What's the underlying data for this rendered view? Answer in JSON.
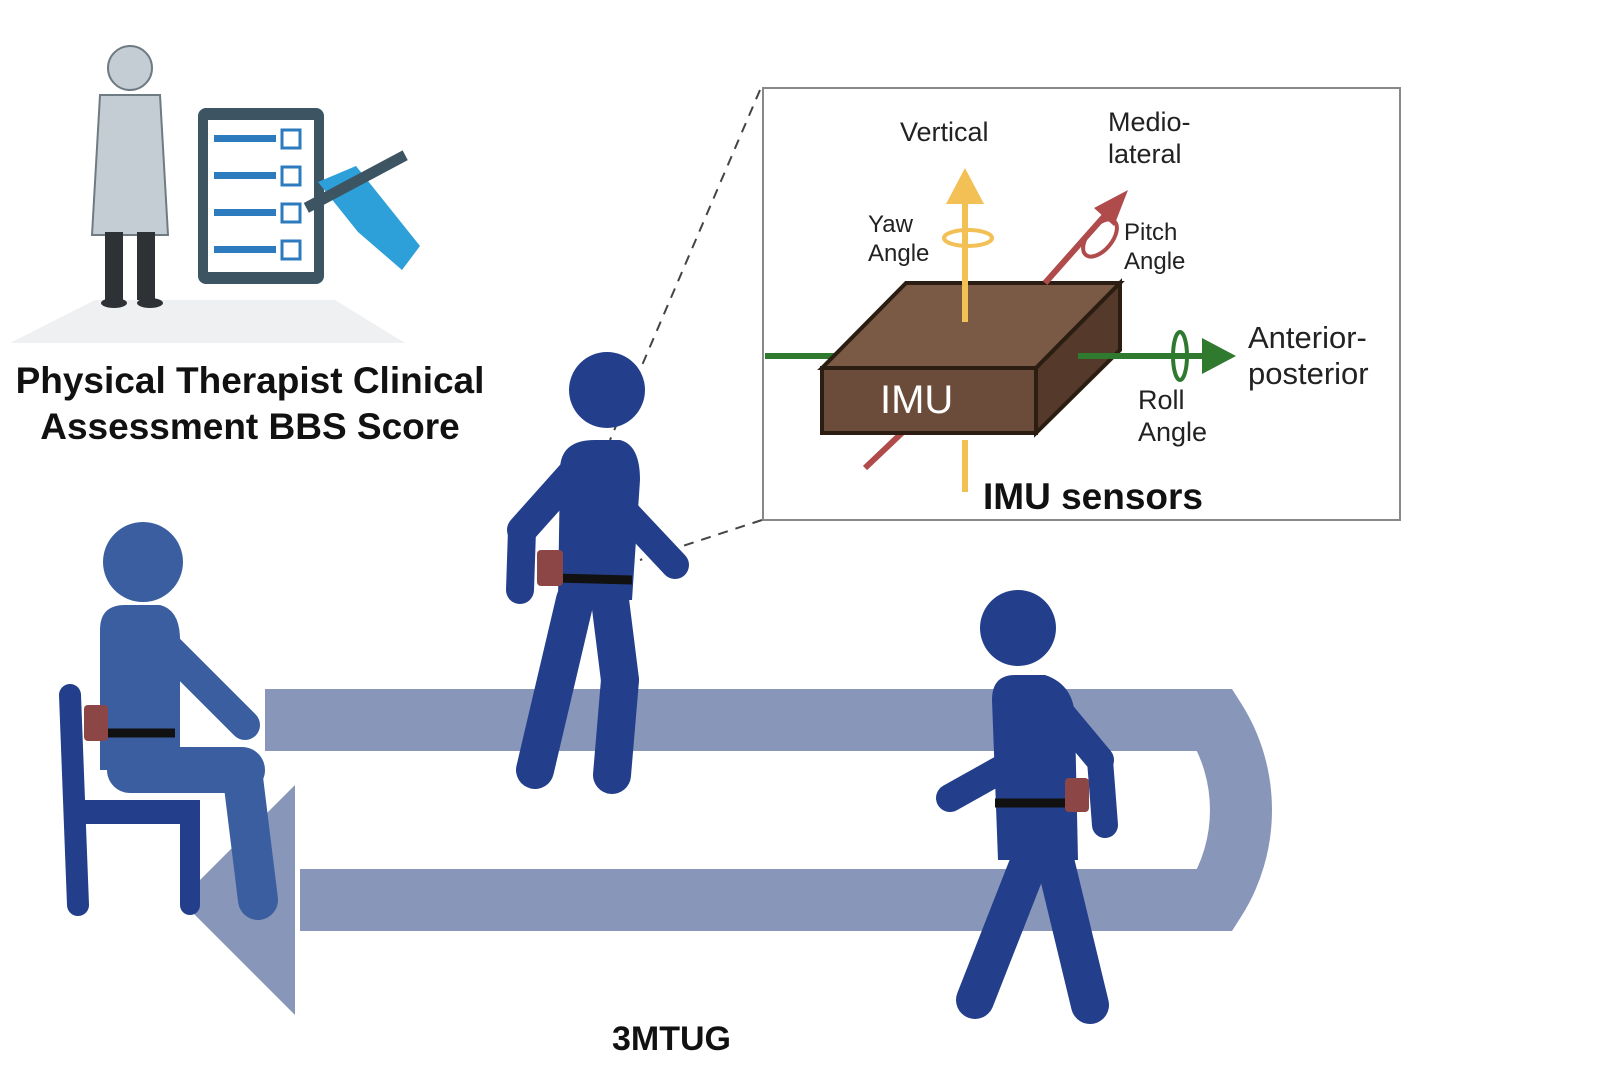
{
  "therapist": {
    "caption_line1": "Physical Therapist Clinical",
    "caption_line2": "Assessment BBS Score"
  },
  "imu_inset": {
    "title": "IMU sensors",
    "box_label": "IMU",
    "vertical": "Vertical",
    "medio_lateral_line1": "Medio-",
    "medio_lateral_line2": "lateral",
    "yaw_line1": "Yaw",
    "yaw_line2": "Angle",
    "pitch_line1": "Pitch",
    "pitch_line2": "Angle",
    "anterior_line1": "Anterior-",
    "anterior_line2": "posterior",
    "roll_line1": "Roll",
    "roll_line2": "Angle"
  },
  "test": {
    "label": "3MTUG"
  },
  "colors": {
    "figure": "#233f8c",
    "figure_seated": "#3a5ea0",
    "path": "#8896ba",
    "sensor": "#8c4646",
    "imu_box": "#6b4b39",
    "vertical_axis": "#f2c054",
    "medio_axis": "#b04b4b",
    "anterior_axis": "#2f7a2f",
    "clipboard": "#2d7bbf",
    "therapist": "#c4cdd3"
  }
}
